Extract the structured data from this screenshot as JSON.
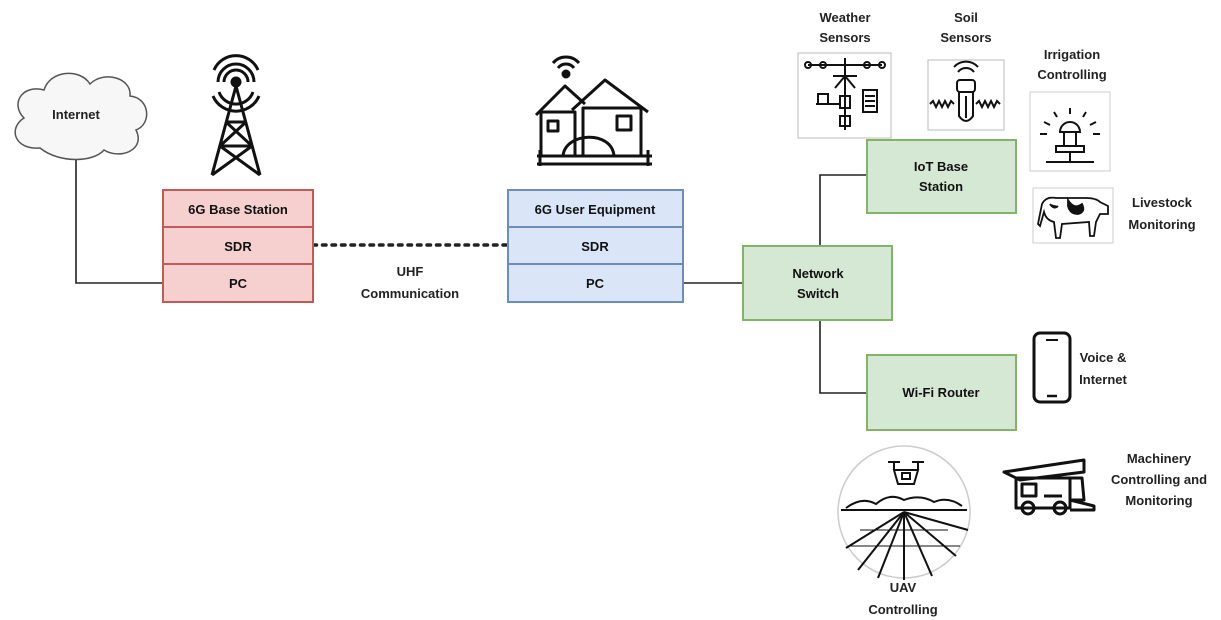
{
  "internet": {
    "label": "Internet"
  },
  "base_station": {
    "rows": [
      "6G Base Station",
      "SDR",
      "PC"
    ],
    "fill": "#f6cfcf",
    "stroke": "#c25a5a"
  },
  "user_equipment": {
    "rows": [
      "6G User Equipment",
      "SDR",
      "PC"
    ],
    "fill": "#dae6f8",
    "stroke": "#6c8ebf"
  },
  "uhf_link": {
    "label_line1": "UHF",
    "label_line2": "Communication"
  },
  "network_switch": {
    "line1": "Network",
    "line2": "Switch"
  },
  "iot_base_station": {
    "line1": "IoT Base",
    "line2": "Station"
  },
  "wifi_router": {
    "label": "Wi-Fi Router"
  },
  "green_box": {
    "fill": "#d5e8d4",
    "stroke": "#82b366"
  },
  "weather_sensors": {
    "line1": "Weather",
    "line2": "Sensors"
  },
  "soil_sensors": {
    "line1": "Soil",
    "line2": "Sensors"
  },
  "irrigation": {
    "line1": "Irrigation",
    "line2": "Controlling"
  },
  "livestock": {
    "line1": "Livestock",
    "line2": "Monitoring"
  },
  "voice_internet": {
    "line1": "Voice &",
    "line2": "Internet"
  },
  "machinery": {
    "line1": "Machinery",
    "line2": "Controlling and",
    "line3": "Monitoring"
  },
  "uav": {
    "line1": "UAV",
    "line2": "Controlling"
  },
  "icons": [
    "cloud-icon",
    "radio-tower-icon",
    "smart-home-icon",
    "weather-station-icon",
    "soil-sensor-icon",
    "sprinkler-icon",
    "cow-icon",
    "smartphone-icon",
    "drone-field-icon",
    "harvester-icon"
  ]
}
